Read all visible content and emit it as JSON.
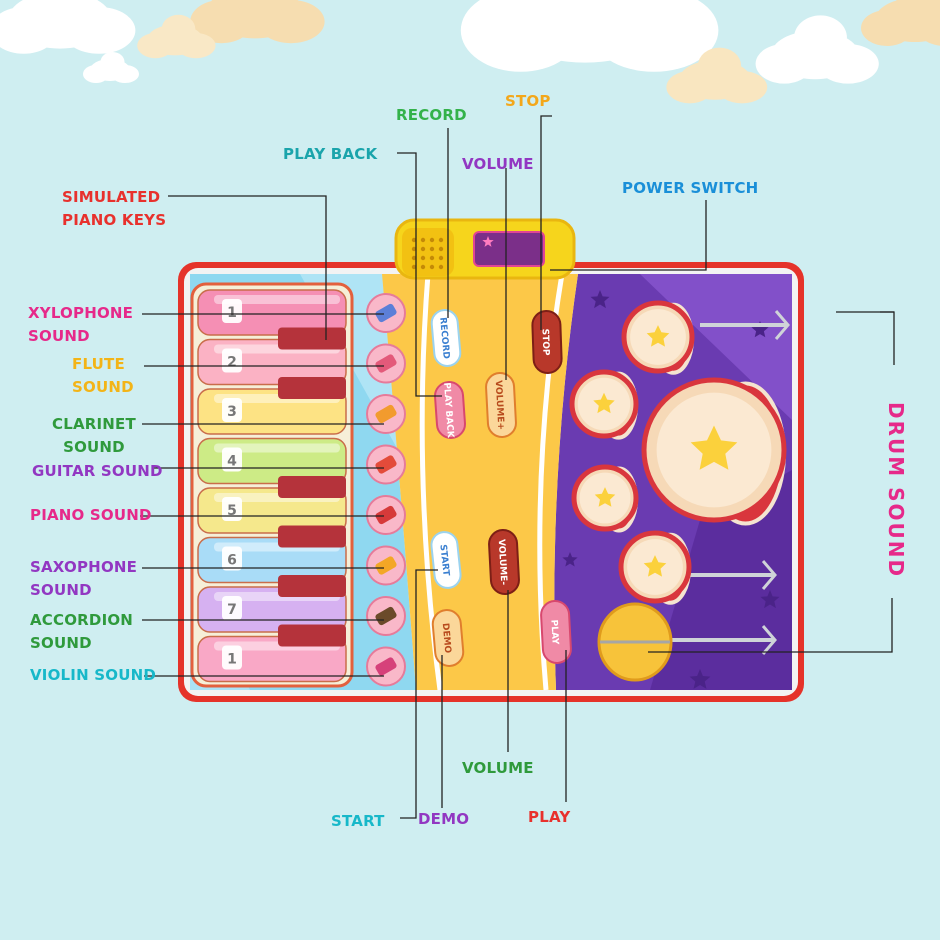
{
  "labels": {
    "simulated_piano_keys": "SIMULATED\nPIANO KEYS",
    "xylophone_sound": "XYLOPHONE\nSOUND",
    "flute_sound": "FLUTE\nSOUND",
    "clarinet_sound": "CLARINET\nSOUND",
    "guitar_sound": "GUITAR SOUND",
    "piano_sound": "PIANO SOUND",
    "saxophone_sound": "SAXOPHONE\nSOUND",
    "accordion_sound": "ACCORDION\nSOUND",
    "violin_sound": "VIOLIN SOUND",
    "record": "RECORD",
    "stop": "STOP",
    "play_back": "PLAY BACK",
    "volume_top": "VOLUME",
    "power_switch": "POWER SWITCH",
    "drum_sound": "DRUM SOUND",
    "volume_bottom": "VOLUME",
    "start": "START",
    "demo": "DEMO",
    "play": "PLAY"
  },
  "mat_buttons": {
    "record": "RECORD",
    "play_back": "PLAY BACK",
    "volume_up": "VOLUME+",
    "stop": "STOP",
    "start": "START",
    "volume_down": "VOLUME-",
    "demo": "DEMO",
    "play": "PLAY"
  },
  "piano_keys": [
    "1",
    "2",
    "3",
    "4",
    "5",
    "6",
    "7",
    "1"
  ],
  "key_colors": [
    "#f58fb4",
    "#fbb2c4",
    "#fde384",
    "#cdeb86",
    "#f5e88c",
    "#a9dcf7",
    "#d6b1f1",
    "#f9a8c6"
  ],
  "colors": {
    "background": "#cfeef1",
    "mat_border": "#e5332a",
    "left_panel": "#8fd8f0",
    "center_panel": "#fcc848",
    "right_panel": "#6a3bb1",
    "leader_line": "#222222"
  },
  "label_colors": {
    "simulated_piano_keys": "#e8312d",
    "xylophone_sound": "#e6298a",
    "flute_sound": "#f3b417",
    "clarinet_sound": "#2f9a3c",
    "guitar_sound": "#9237c2",
    "piano_sound": "#e6298a",
    "saxophone_sound": "#9237c2",
    "accordion_sound": "#2f9a3c",
    "violin_sound": "#17b8c9",
    "record": "#33b24a",
    "stop": "#f3a71a",
    "play_back": "#1aa4ab",
    "volume_top": "#9237c2",
    "power_switch": "#1a8fd8",
    "drum_sound": "#e6298a",
    "volume_bottom": "#2f9a3c",
    "start": "#17b8c9",
    "demo": "#9237c2",
    "play": "#e8312d"
  },
  "icons": [
    "cloud-icon",
    "speaker-icon",
    "xylophone-icon",
    "flute-icon",
    "clarinet-icon",
    "guitar-icon",
    "piano-icon",
    "saxophone-icon",
    "accordion-icon",
    "violin-icon",
    "drum-icon",
    "cymbal-icon",
    "star-icon"
  ]
}
